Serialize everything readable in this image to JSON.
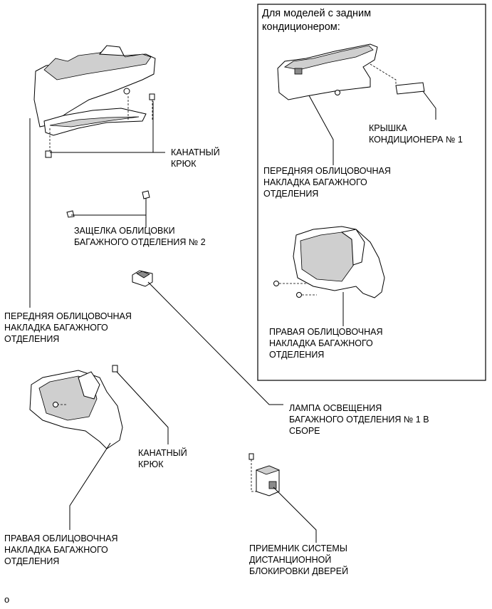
{
  "inset": {
    "title": "Для моделей с задним\nкондиционером:"
  },
  "labels": {
    "cable_hook_1": "КАНАТНЫЙ\nКРЮК",
    "trim_clip_2": "ЗАЩЕЛКА ОБЛИЦОВКИ\nБАГАЖНОГО ОТДЕЛЕНИЯ № 2",
    "front_trim_main": "ПЕРЕДНЯЯ ОБЛИЦОВОЧНАЯ\nНАКЛАДКА БАГАЖНОГО\nОТДЕЛЕНИЯ",
    "right_trim_main": "ПРАВАЯ ОБЛИЦОВОЧНАЯ\nНАКЛАДКА БАГАЖНОГО\nОТДЕЛЕНИЯ",
    "cable_hook_2": "КАНАТНЫЙ\nКРЮК",
    "lamp": "ЛАМПА ОСВЕЩЕНИЯ\nБАГАЖНОГО ОТДЕЛЕНИЯ № 1 В\nСБОРЕ",
    "receiver": "ПРИЕМНИК СИСТЕМЫ\nДИСТАНЦИОННОЙ\nБЛОКИРОВКИ ДВЕРЕЙ",
    "ac_cover": "КРЫШКА\nКОНДИЦИОНЕРА № 1",
    "front_trim_inset": "ПЕРЕДНЯЯ ОБЛИЦОВОЧНАЯ\nНАКЛАДКА БАГАЖНОГО\nОТДЕЛЕНИЯ",
    "right_trim_inset": "ПРАВАЯ ОБЛИЦОВОЧНАЯ\nНАКЛАДКА БАГАЖНОГО\nОТДЕЛЕНИЯ"
  },
  "footer": {
    "code": "o"
  }
}
